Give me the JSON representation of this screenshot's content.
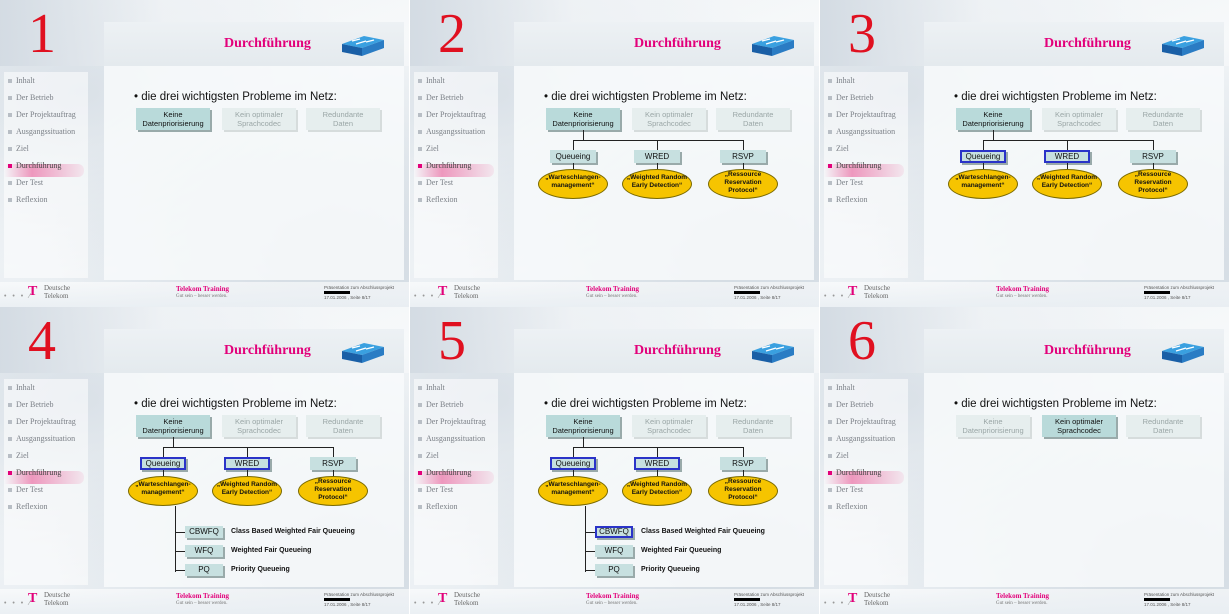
{
  "title": "Durchführung",
  "bullet": "• die drei wichtigsten Probleme im Netz:",
  "nav": [
    "Inhalt",
    "Der Betrieb",
    "Der Projektauftrag",
    "Ausgangssituation",
    "Ziel",
    "Durchführung",
    "Der Test",
    "Reflexion"
  ],
  "problems": [
    "Keine\nDatenpriorisierung",
    "Kein optimaler\nSprachcodec",
    "Redundante\nDaten"
  ],
  "solutions": [
    "Queueing",
    "WRED",
    "RSVP"
  ],
  "descriptions": [
    "„Warteschlangen-\nmanagement“",
    "„Weighted Random\nEarly Detection“",
    "„Ressource\nReservation\nProtocol“"
  ],
  "queues": [
    {
      "abbr": "CBWFQ",
      "label": "Class Based Weighted Fair Queueing"
    },
    {
      "abbr": "WFQ",
      "label": "Weighted Fair Queueing"
    },
    {
      "abbr": "PQ",
      "label": "Priority Queueing"
    }
  ],
  "footer": {
    "company": "Deutsche\nTelekom",
    "training": "Telekom Training",
    "slogan": "Gut sein – besser werden.",
    "presentation": "Präsentation zum Abschlussprojekt",
    "date": "17.01.2006 , Seite 8/17"
  },
  "slides": [
    {
      "number": "1",
      "active_problem": 0,
      "tree": false,
      "sel_solutions": [],
      "queues": false,
      "sel_queue": -1
    },
    {
      "number": "2",
      "active_problem": 0,
      "tree": true,
      "sel_solutions": [],
      "queues": false,
      "sel_queue": -1
    },
    {
      "number": "3",
      "active_problem": 0,
      "tree": true,
      "sel_solutions": [
        0,
        1
      ],
      "queues": false,
      "sel_queue": -1
    },
    {
      "number": "4",
      "active_problem": 0,
      "tree": true,
      "sel_solutions": [
        0,
        1
      ],
      "queues": true,
      "sel_queue": -1
    },
    {
      "number": "5",
      "active_problem": 0,
      "tree": true,
      "sel_solutions": [
        0,
        1
      ],
      "queues": true,
      "sel_queue": 0
    },
    {
      "number": "6",
      "active_problem": 1,
      "tree": false,
      "sel_solutions": [],
      "queues": false,
      "sel_queue": -1
    }
  ]
}
